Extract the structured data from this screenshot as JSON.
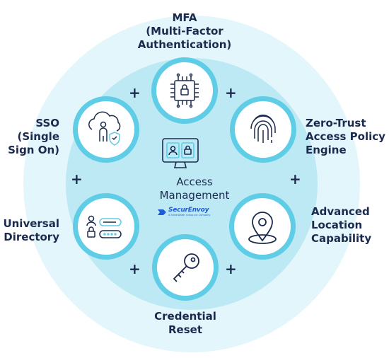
{
  "center": {
    "title": "Access\nManagement",
    "logo_text": "SecurEnvoy",
    "logo_subtext": "A Shearwater Group plc Company",
    "icon": "monitor-lock-user-icon"
  },
  "nodes": [
    {
      "id": "mfa",
      "label": "MFA\n(Multi-Factor\nAuthentication)",
      "icon": "chip-lock-icon"
    },
    {
      "id": "zero-trust",
      "label": "Zero-Trust\nAccess Policy\nEngine",
      "icon": "fingerprint-icon"
    },
    {
      "id": "location",
      "label": "Advanced\nLocation\nCapability",
      "icon": "map-pin-icon"
    },
    {
      "id": "credential-reset",
      "label": "Credential\nReset",
      "icon": "key-icon"
    },
    {
      "id": "directory",
      "label": "Universal\nDirectory",
      "icon": "user-directory-icon"
    },
    {
      "id": "sso",
      "label": "SSO\n(Single\nSign On)",
      "icon": "cloud-user-shield-icon"
    }
  ],
  "plus_symbol": "+",
  "colors": {
    "outer_ring": "#e3f6fb",
    "inner_ring": "#bde9f4",
    "node_fill": "#5fcde6",
    "node_inner": "#ffffff",
    "text": "#1b2a4e",
    "brand": "#1e5bd6"
  }
}
